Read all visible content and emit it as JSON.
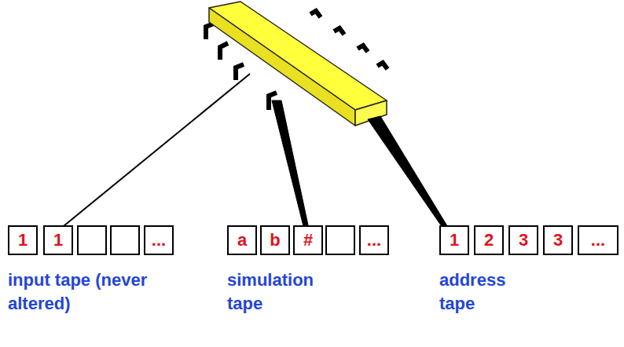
{
  "diagram": {
    "nodes": [
      {
        "text": [
          "1"
        ]
      },
      {
        "text": [
          "1"
        ]
      },
      {
        "text": [
          "..."
        ]
      },
      {
        "text": [
          "a"
        ]
      },
      {
        "text": [
          "b"
        ]
      },
      {
        "text": [
          "#"
        ]
      },
      {
        "text": [
          "..."
        ]
      },
      {
        "text": [
          "1"
        ]
      },
      {
        "text": [
          "2"
        ]
      },
      {
        "text": [
          "3"
        ]
      },
      {
        "text": [
          "3"
        ]
      },
      {
        "text": [
          "..."
        ]
      }
    ],
    "labels": [
      "input tape (never altered)",
      "simulation tape",
      "address tape"
    ]
  }
}
